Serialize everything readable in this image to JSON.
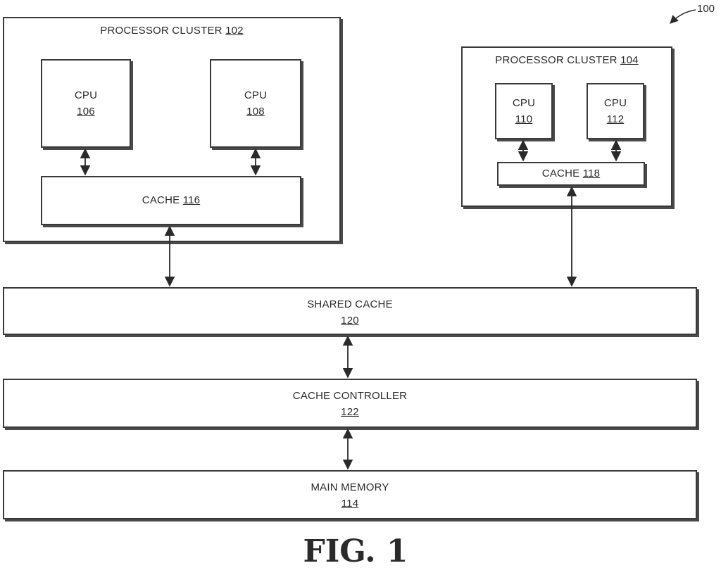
{
  "figure_ref": "100",
  "figure_caption": "FIG. 1",
  "cluster_a": {
    "title": "PROCESSOR CLUSTER",
    "ref": "102",
    "cpu1": {
      "label": "CPU",
      "ref": "106"
    },
    "cpu2": {
      "label": "CPU",
      "ref": "108"
    },
    "cache": {
      "label": "CACHE",
      "ref": "116"
    }
  },
  "cluster_b": {
    "title": "PROCESSOR CLUSTER",
    "ref": "104",
    "cpu1": {
      "label": "CPU",
      "ref": "110"
    },
    "cpu2": {
      "label": "CPU",
      "ref": "112"
    },
    "cache": {
      "label": "CACHE",
      "ref": "118"
    }
  },
  "shared_cache": {
    "label": "SHARED CACHE",
    "ref": "120"
  },
  "cache_controller": {
    "label": "CACHE CONTROLLER",
    "ref": "122"
  },
  "main_memory": {
    "label": "MAIN MEMORY",
    "ref": "114"
  }
}
